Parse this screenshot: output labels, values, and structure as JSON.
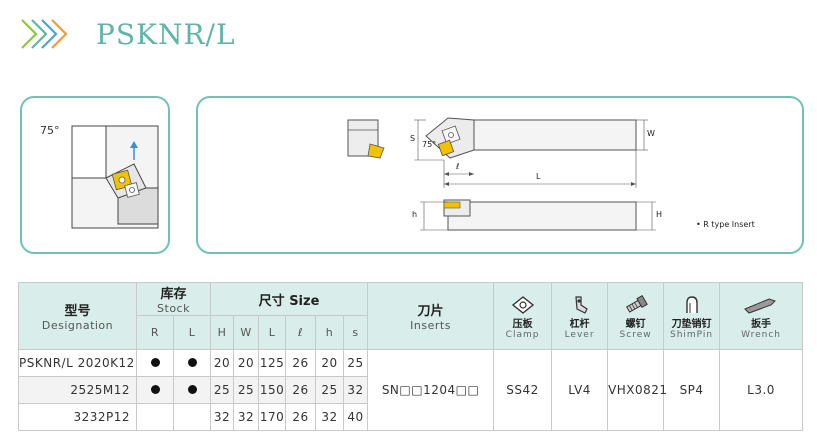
{
  "header": {
    "title": "PSKNR/L"
  },
  "diagram": {
    "angle_left": "75°",
    "angle_right": "75°",
    "dim_s": "S",
    "dim_w": "W",
    "dim_l": "L",
    "dim_ell": "ℓ",
    "dim_h_lower": "h",
    "dim_h_upper": "H",
    "note": "• R type Insert"
  },
  "table": {
    "headers": {
      "designation_cn": "型号",
      "designation_en": "Designation",
      "stock_cn": "库存",
      "stock_en": "Stock",
      "size_title": "尺寸 Size",
      "inserts_cn": "刀片",
      "inserts_en": "Inserts",
      "sub": [
        "R",
        "L",
        "H",
        "W",
        "L",
        "ℓ",
        "h",
        "s"
      ],
      "accessories": [
        {
          "cn": "压板",
          "en": "Clamp",
          "icon": "clamp-icon"
        },
        {
          "cn": "杠杆",
          "en": "Lever",
          "icon": "lever-icon"
        },
        {
          "cn": "螺钉",
          "en": "Screw",
          "icon": "screw-icon"
        },
        {
          "cn": "刀垫销钉",
          "en": "ShimPin",
          "icon": "shim-pin-icon"
        },
        {
          "cn": "扳手",
          "en": "Wrench",
          "icon": "wrench-icon"
        }
      ]
    },
    "rows": [
      {
        "designation": "PSKNR/L  2020K12",
        "stock_r": true,
        "stock_l": true,
        "H": "20",
        "W": "20",
        "L": "125",
        "ell": "26",
        "h": "20",
        "s": "25"
      },
      {
        "designation": "2525M12",
        "stock_r": true,
        "stock_l": true,
        "H": "25",
        "W": "25",
        "L": "150",
        "ell": "26",
        "h": "25",
        "s": "32"
      },
      {
        "designation": "3232P12",
        "stock_r": false,
        "stock_l": false,
        "H": "32",
        "W": "32",
        "L": "170",
        "ell": "26",
        "h": "32",
        "s": "40"
      }
    ],
    "shared": {
      "insert": "SN□□1204□□",
      "clamp": "SS42",
      "lever": "LV4",
      "screw": "VHX0821",
      "shimpin": "SP4",
      "wrench": "L3.0"
    }
  }
}
